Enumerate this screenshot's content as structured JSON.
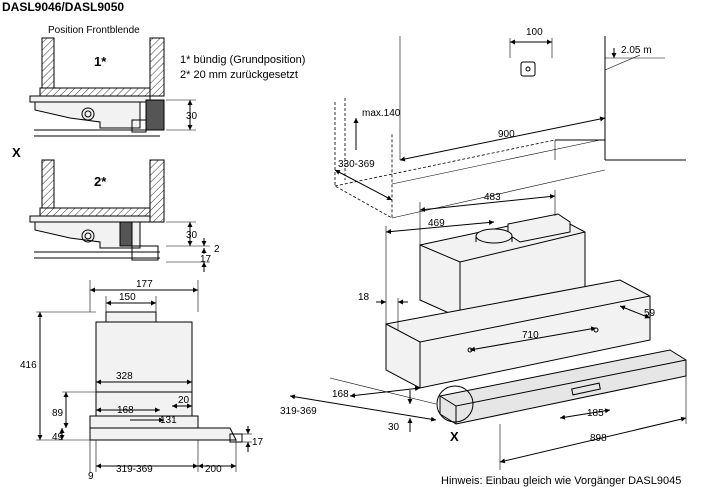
{
  "title": "DASL9046/DASL9050",
  "section_label": "Position Frontblende",
  "legend": {
    "item1": "1*  bündig (Grundposition)",
    "item2": "2*  20 mm zurückgesetzt"
  },
  "detail_labels": {
    "pos1": "1*",
    "pos2": "2*",
    "x_marker": "X"
  },
  "dims_detail": {
    "d30a": "30",
    "d30b": "30",
    "d2": "2",
    "d17": "17"
  },
  "dims_side": {
    "d177": "177",
    "d150": "150",
    "d416": "416",
    "d328": "328",
    "d89": "89",
    "d168": "168",
    "d20": "20",
    "d131": "131",
    "d49": "49",
    "d17": "17",
    "d9": "9",
    "d319": "319-369",
    "d200": "200"
  },
  "dims_iso": {
    "d100": "100",
    "d205": "2.05 m",
    "dmax140": "max.140",
    "d900": "900",
    "d330": "330-369",
    "d483": "483",
    "d469": "469",
    "d18": "18",
    "d59": "59",
    "d710": "710",
    "d168": "168",
    "d319": "319-369",
    "d185": "185",
    "d30": "30",
    "d898": "898",
    "x_marker": "X"
  },
  "hint": "Hinweis: Einbau gleich wie Vorgänger DASL9045"
}
